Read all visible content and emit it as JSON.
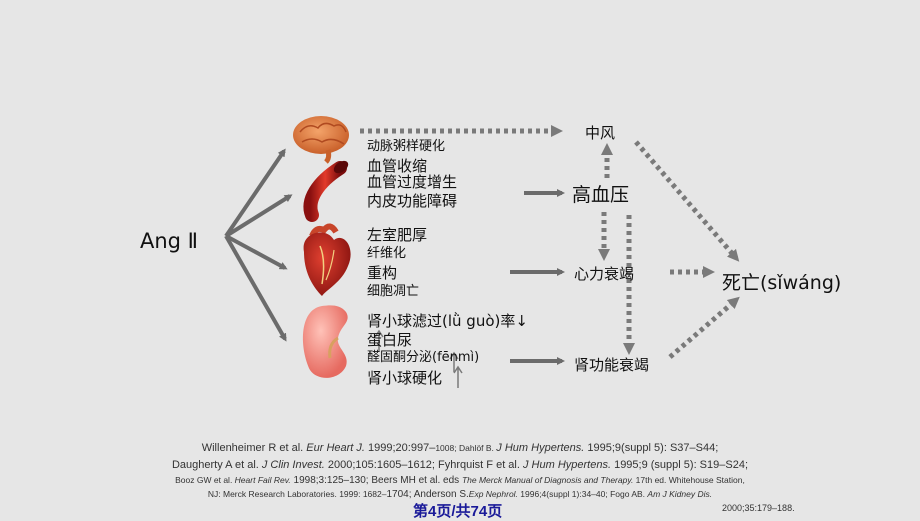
{
  "colors": {
    "background": "#e6e6e6",
    "arrow": "#6b6b6b",
    "dotted": "#7a7a7a",
    "text": "#111111",
    "footer": "#1a1a99"
  },
  "diagram": {
    "source_label": "Ang Ⅱ",
    "brain_labels": [
      "动脉粥样硬化",
      "血管收缩"
    ],
    "vessel_labels": [
      "血管过度增生",
      "内皮功能障碍"
    ],
    "heart_labels": [
      "左室肥厚",
      "纤维化",
      "重构",
      "细胞凋亡"
    ],
    "kidney_labels": [
      "肾小球滤过(lǜ guò)率",
      "蛋白尿",
      "醛固酮分泌(fēnmì)",
      "肾小球硬化"
    ],
    "arrow_down": "↓",
    "nodes": {
      "stroke": "中风",
      "hypertension": "高血压",
      "heart_failure": "心力衰竭",
      "renal_failure": "肾功能衰竭",
      "death": "死亡(sǐwáng)"
    },
    "organ_icons": [
      "brain-icon",
      "blood-vessel-icon",
      "heart-icon",
      "kidney-icon"
    ]
  },
  "references": {
    "line1": {
      "a": "Willenheimer R et al. ",
      "b": "Eur Heart J.",
      "c": " 1999;20:997–",
      "d": "1008; Dahlöf B. ",
      "e": "J Hum Hypertens.",
      "f": " 1995;9(suppl 5): S37–S44;"
    },
    "line2": {
      "a": "Daugherty A et al. ",
      "b": "J Clin Invest.",
      "c": " 2000;105:1605–1612; Fyhrquist F et al. ",
      "d": "J Hum Hypertens.",
      "e": " 1995;9 (suppl 5): S19–S24;"
    },
    "line3": {
      "a": "Booz GW et al. ",
      "b": "Heart Fail Rev.",
      "c": " 1998;3:125–130; Beers MH et al. eds ",
      "d": "The Merck Manual of Diagnosis and Therapy.",
      "e": " 17th ed. Whitehouse Station,"
    },
    "line4": {
      "a": "NJ: Merck Research Laboratories. 1999: 1682–",
      "b": "1704; Anderson S.",
      "c": "Exp Nephrol.",
      "d": " 1996;4(suppl 1):34–40; Fogo AB. ",
      "e": "Am J Kidney Dis.",
      "f": ""
    },
    "line5": {
      "a": "2000;35:179–188."
    }
  },
  "footer": {
    "page": "第4页/共74页"
  }
}
